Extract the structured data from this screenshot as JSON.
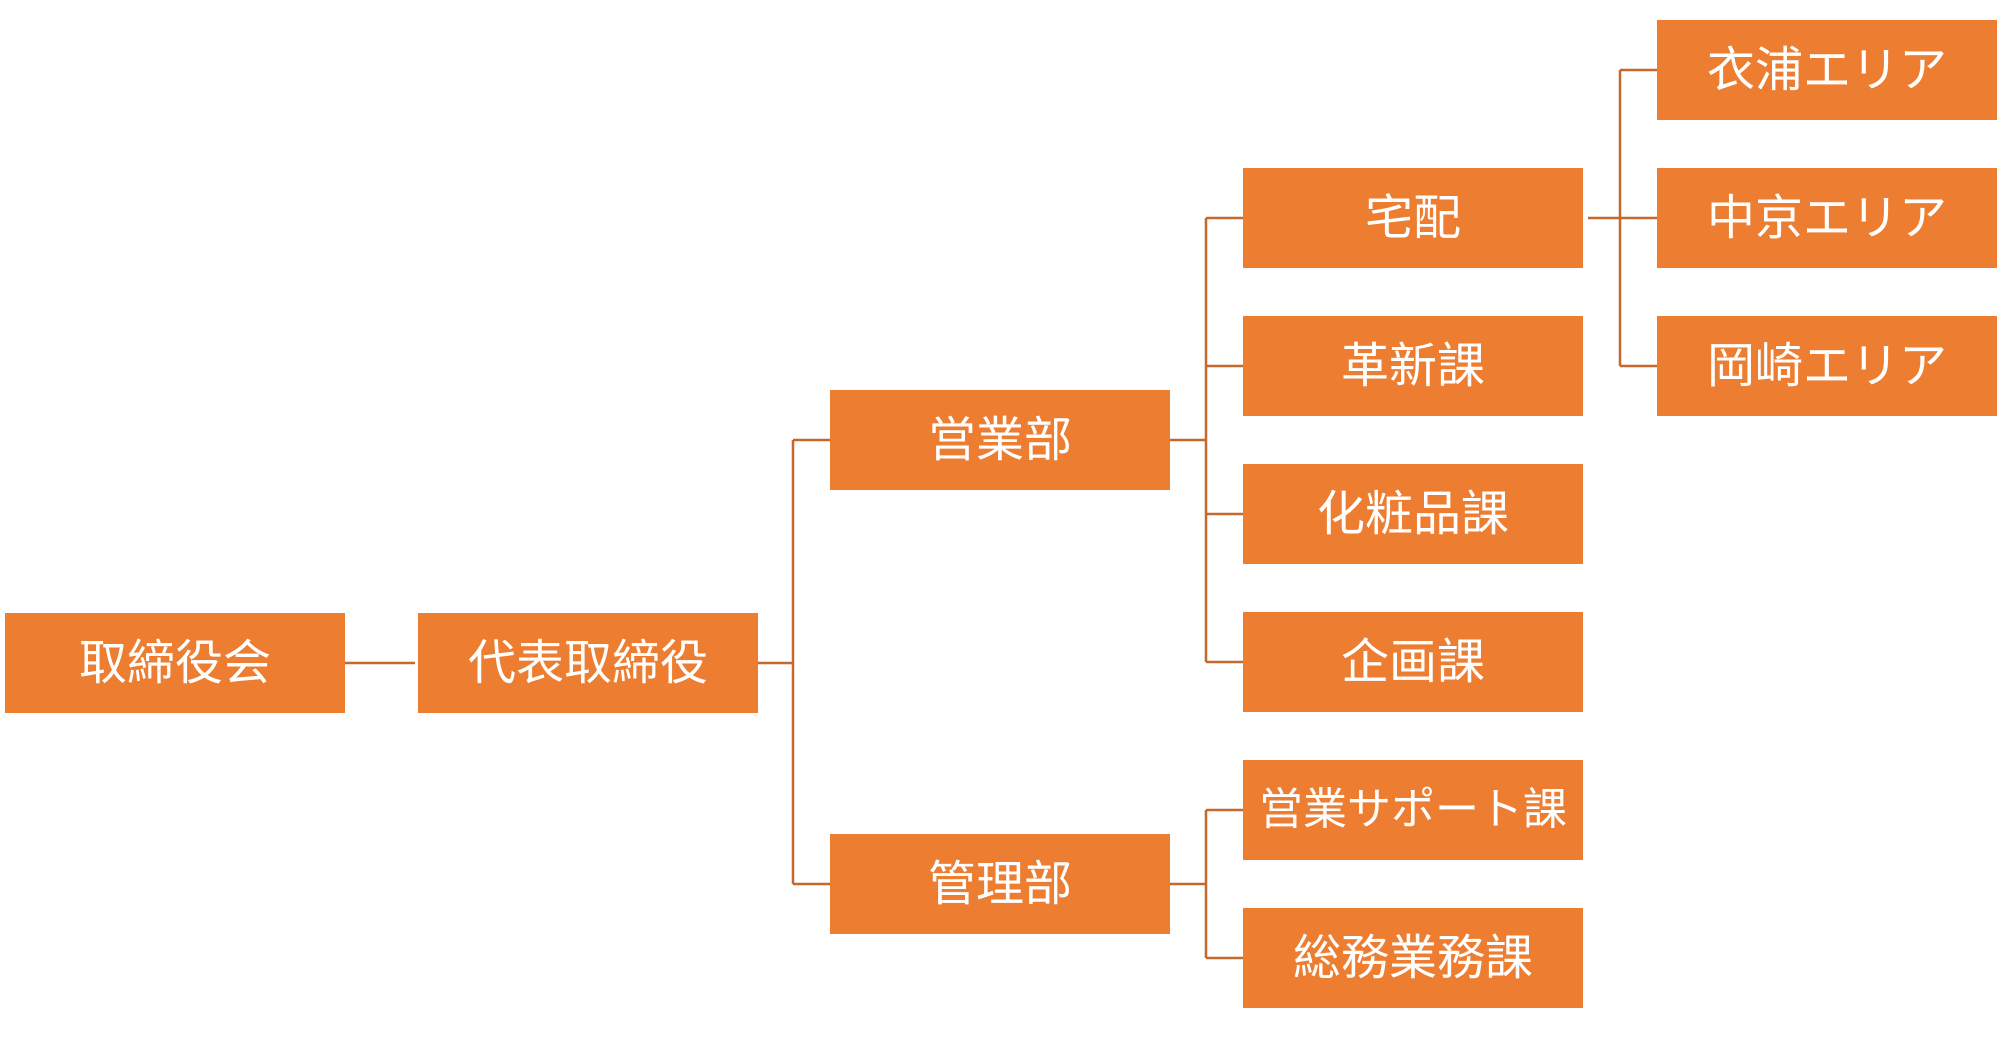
{
  "org_chart": {
    "board": "取締役会",
    "ceo": "代表取締役",
    "departments": {
      "sales": {
        "label": "営業部",
        "sections": {
          "delivery": {
            "label": "宅配",
            "areas": [
              "衣浦エリア",
              "中京エリア",
              "岡崎エリア"
            ]
          },
          "innovation": "革新課",
          "cosmetics": "化粧品課",
          "planning": "企画課"
        }
      },
      "admin": {
        "label": "管理部",
        "sections": {
          "sales_support": "営業サポート課",
          "general_affairs": "総務業務課"
        }
      }
    }
  },
  "colors": {
    "box_fill": "#ed7d31",
    "connector": "#c5682e",
    "text": "#ffffff"
  }
}
